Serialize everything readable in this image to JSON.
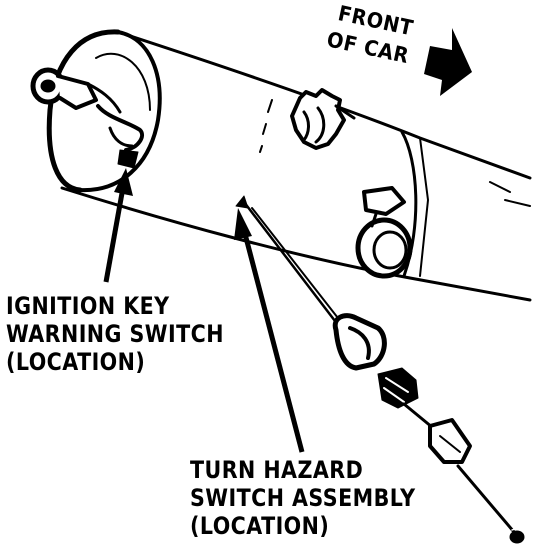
{
  "direction_label": {
    "line1": "FRONT",
    "line2": "OF CAR"
  },
  "callouts": {
    "ignition": {
      "line1": "IGNITION KEY",
      "line2": "WARNING SWITCH",
      "line3": "(LOCATION)"
    },
    "hazard": {
      "line1": "TURN HAZARD",
      "line2": "SWITCH ASSEMBLY",
      "line3": "(LOCATION)"
    }
  },
  "colors": {
    "ink": "#000000",
    "paper": "#ffffff"
  }
}
